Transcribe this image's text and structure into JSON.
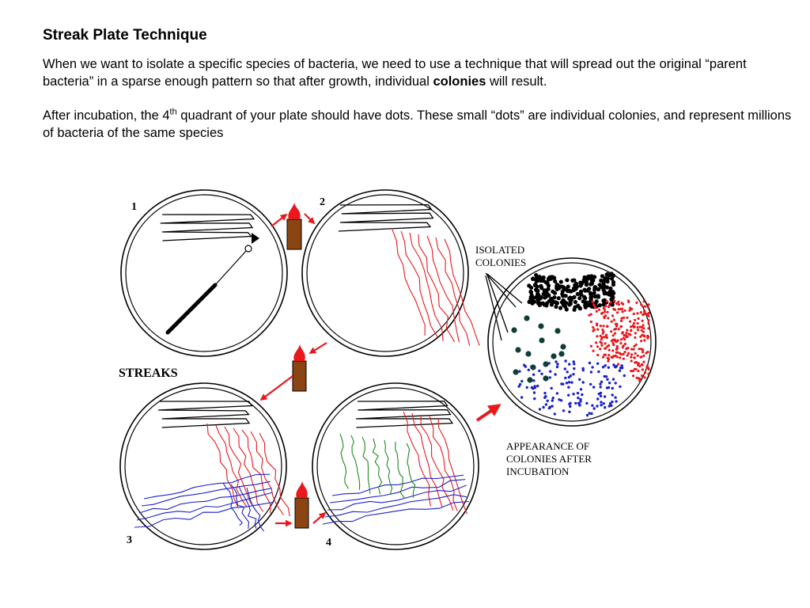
{
  "header": {
    "title": "Streak Plate Technique",
    "p1_before": "When we want to isolate a specific species of bacteria, we need to use a technique that will spread out the original “parent bacteria” in a sparse enough pattern so that after growth, individual ",
    "p1_bold": "colonies",
    "p1_after": " will result.",
    "p2_before": "After incubation, the 4",
    "p2_sup": "th",
    "p2_after": " quadrant of your plate should have dots. These small “dots” are individual colonies, and represent millions of bacteria of the same species"
  },
  "diagram": {
    "plate_numbers": [
      "1",
      "2",
      "3",
      "4"
    ],
    "streaks_label": "STREAKS",
    "isolated_line1": "ISOLATED",
    "isolated_line2": "COLONIES",
    "appearance_line1": "APPEARANCE OF",
    "appearance_line2": "COLONIES AFTER",
    "appearance_line3": "INCUBATION",
    "colors": {
      "streak1": "#000000",
      "streak2": "#e8181c",
      "streak3": "#1a22c8",
      "streak4": "#1d8a1d",
      "colony_isolated": "#0f3d38",
      "burner": "#8b4513",
      "flame": "#e8181c"
    },
    "icons": [
      "bunsen-burner-icon",
      "inoculating-loop-icon",
      "flame-icon"
    ]
  }
}
